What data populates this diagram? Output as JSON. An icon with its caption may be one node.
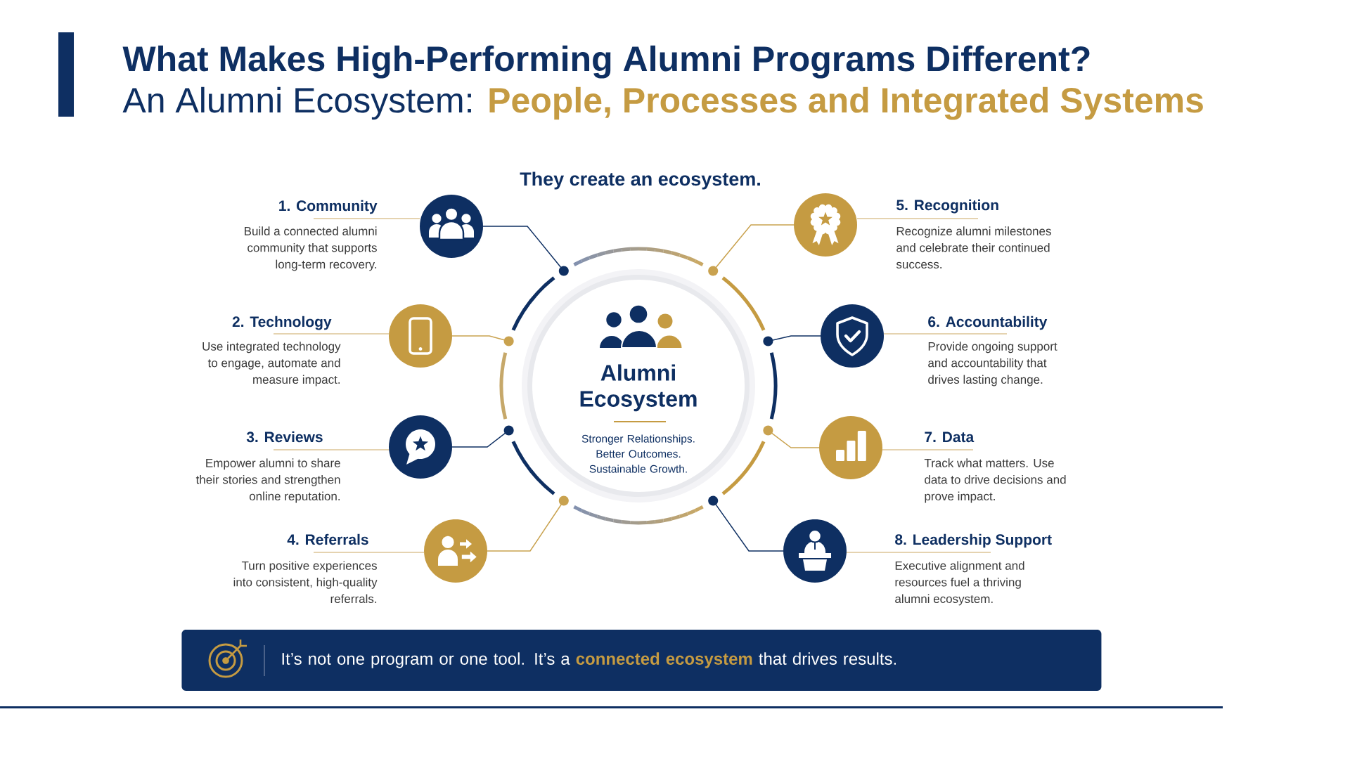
{
  "diagram": {
    "title": "What Makes High-Performing Alumni Programs Different?",
    "nodes": [
      {
        "text": [
          "Alumni Ecosystem",
          "Stronger Relationships. Better Outcomes. Sustainable Growth."
        ]
      },
      {
        "text": [],
        "shape": "circle",
        "beside": [
          "1. Community",
          "Build a connected alumni community that supports long-term recovery."
        ]
      },
      {
        "text": [],
        "shape": "circle",
        "beside": [
          "2. Technology",
          "Use integrated technology to engage, automate and measure impact."
        ]
      },
      {
        "text": [],
        "shape": "circle",
        "beside": [
          "3. Reviews",
          "Empower alumni to share their stories and strengthen online reputation."
        ]
      },
      {
        "text": [],
        "shape": "circle",
        "beside": [
          "4. Referrals",
          "Turn positive experiences into consistent, high-quality referrals."
        ]
      },
      {
        "text": [],
        "shape": "circle",
        "beside": [
          "5. Recognition",
          "Recognize alumni milestones and celebrate their continued success."
        ]
      },
      {
        "text": [],
        "shape": "circle",
        "beside": [
          "6. Accountability",
          "Provide ongoing support and accountability that drives lasting change."
        ]
      },
      {
        "text": [],
        "shape": "circle",
        "beside": [
          "7. Data",
          "Track what matters. Use data to drive decisions and prove impact."
        ]
      },
      {
        "text": [],
        "shape": "circle",
        "beside": [
          "8. Leadership Support",
          "Executive alignment and resources fuel a thriving alumni ecosystem."
        ]
      },
      {
        "text": [
          "It’s not one program or one tool. It’s a **connected ecosystem** that drives results."
        ]
      }
    ],
    "edges": [
      {
        "from": 1,
        "to": 0,
        "arrow": "other"
      },
      {
        "from": 2,
        "to": 0,
        "arrow": "other",
        "color": "#c9a24f"
      },
      {
        "from": 3,
        "to": 0,
        "arrow": "other"
      },
      {
        "from": 4,
        "to": 0,
        "arrow": "other",
        "color": "#c9a24f"
      },
      {
        "from": 5,
        "to": 0,
        "arrow": "other",
        "color": "#c9a24f"
      },
      {
        "from": 6,
        "to": 0,
        "arrow": "other"
      },
      {
        "from": 7,
        "to": 0,
        "arrow": "other",
        "color": "#c9a24f"
      },
      {
        "from": 8,
        "to": 0,
        "arrow": "other"
      }
    ],
    "labels": [
      "An Alumni Ecosystem: **People, Processes and Integrated Systems**",
      "They create an ecosystem."
    ]
  }
}
